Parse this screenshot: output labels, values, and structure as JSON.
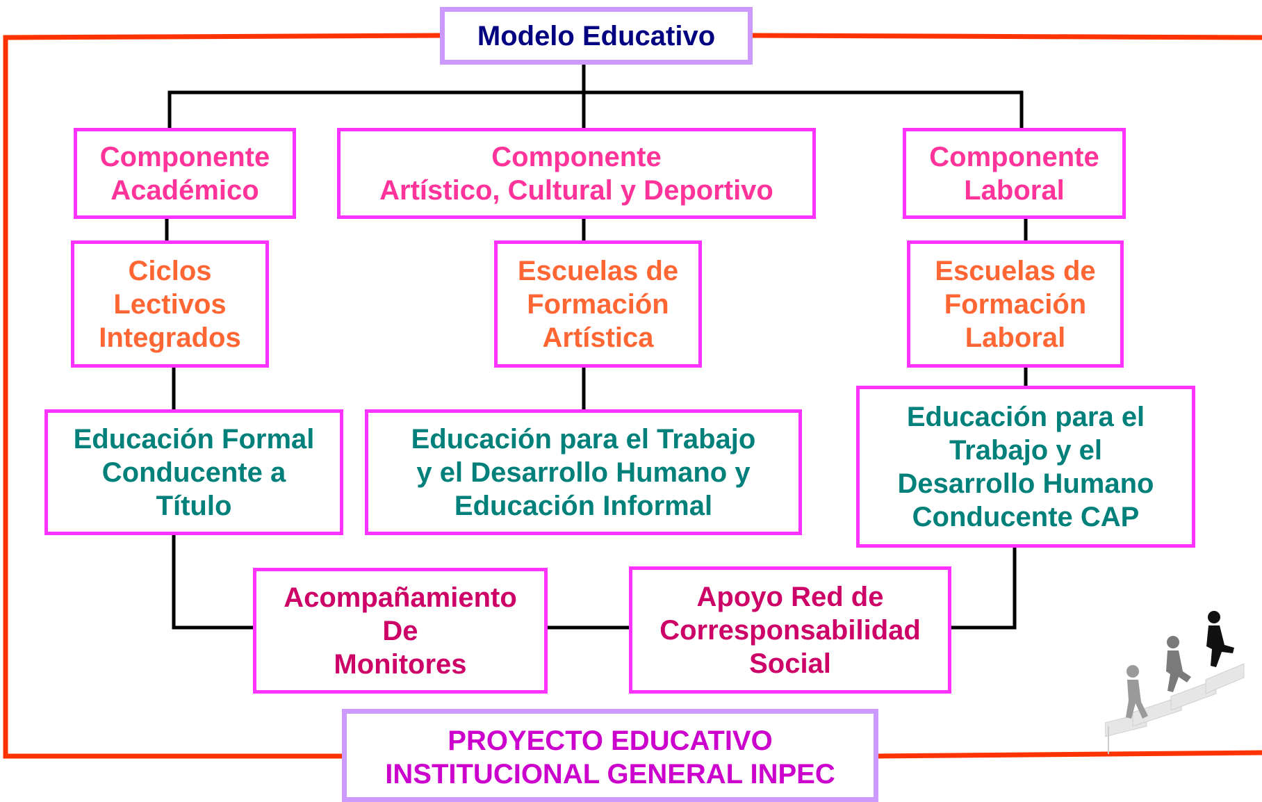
{
  "colors": {
    "frame": "#ff3300",
    "connector": "#000000",
    "box_border": "#ff33ff",
    "root_border": "#cc99ff",
    "root_text": "#000080",
    "component_text": "#ff3399",
    "school_text": "#ff6633",
    "education_text": "#00807a",
    "support_text": "#cc0066",
    "footer_text": "#cc00cc"
  },
  "root": {
    "label": "Modelo Educativo"
  },
  "components": [
    {
      "label": "Componente\nAcadémico"
    },
    {
      "label": "Componente\nArtístico, Cultural y Deportivo"
    },
    {
      "label": "Componente\nLaboral"
    }
  ],
  "schools": [
    {
      "label": "Ciclos\nLectivos\nIntegrados"
    },
    {
      "label": "Escuelas de\nFormación\nArtística"
    },
    {
      "label": "Escuelas de\nFormación\nLaboral"
    }
  ],
  "education": [
    {
      "label": "Educación Formal\nConducente a\nTítulo"
    },
    {
      "label": "Educación para el Trabajo\ny el Desarrollo Humano  y\nEducación Informal"
    },
    {
      "label": "Educación para el\nTrabajo y el\nDesarrollo Humano\nConducente  CAP"
    }
  ],
  "support": [
    {
      "label": "Acompañamiento\nDe\nMonitores"
    },
    {
      "label": "Apoyo Red de\nCorresponsabilidad\nSocial"
    }
  ],
  "footer": {
    "label": "PROYECTO EDUCATIVO\nINSTITUCIONAL GENERAL INPEC"
  },
  "decoration": {
    "icon": "people-climbing-stairs-icon"
  }
}
